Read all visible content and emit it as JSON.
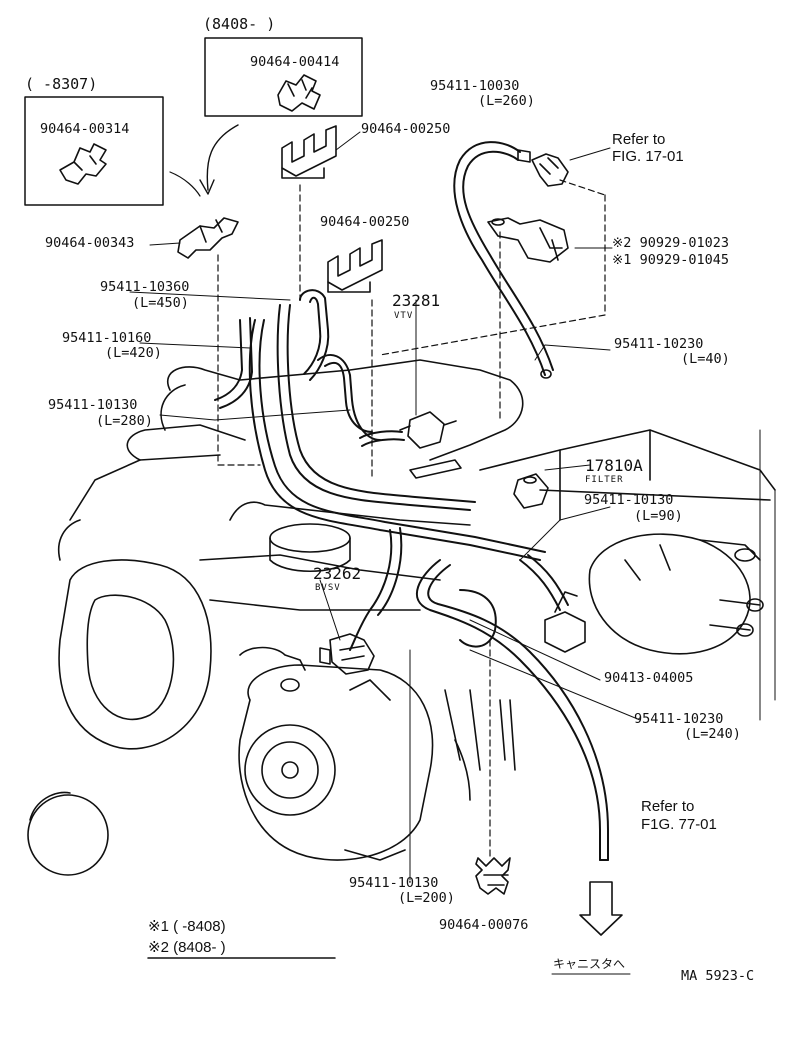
{
  "labels": {
    "box_8408_header": "(8408-        )",
    "p90464_00414": "90464-00414",
    "box_8307_header": "(      -8307)",
    "p90464_00314": "90464-00314",
    "p90464_00343": "90464-00343",
    "p90464_00250_a": "90464-00250",
    "p90464_00250_b": "90464-00250",
    "p95411_10030": "95411-10030",
    "L260": "(L=260)",
    "refer_to_1": "Refer to",
    "fig_17_01": "FIG. 17-01",
    "p90929_01023": "※2 90929-01023",
    "p90929_01045": "※1 90929-01045",
    "p95411_10360": "95411-10360",
    "L450": "(L=450)",
    "p23281": "23281",
    "vtv": "VTV",
    "p95411_10160": "95411-10160",
    "L420": "(L=420)",
    "p95411_10230_a": "95411-10230",
    "L40": "(L=40)",
    "p95411_10130_a": "95411-10130",
    "L280": "(L=280)",
    "p17810A": "17810A",
    "filter": "FILTER",
    "p95411_10130_b": "95411-10130",
    "L90": "(L=90)",
    "p23262": "23262",
    "bvsv": "BVSV",
    "p90413_04005": "90413-04005",
    "p95411_10230_b": "95411-10230",
    "L240": "(L=240)",
    "refer_to_2": "Refer to",
    "fig_77_01": "F1G. 77-01",
    "p95411_10130_c": "95411-10130",
    "L200": "(L=200)",
    "p90464_00076": "90464-00076",
    "legend_1": "※1  (      -8408)",
    "legend_2": "※2  (8408-       )",
    "canister": "キャニスタへ",
    "code": "MA 5923-C"
  },
  "colors": {
    "ink": "#111111",
    "paper": "#ffffff"
  }
}
